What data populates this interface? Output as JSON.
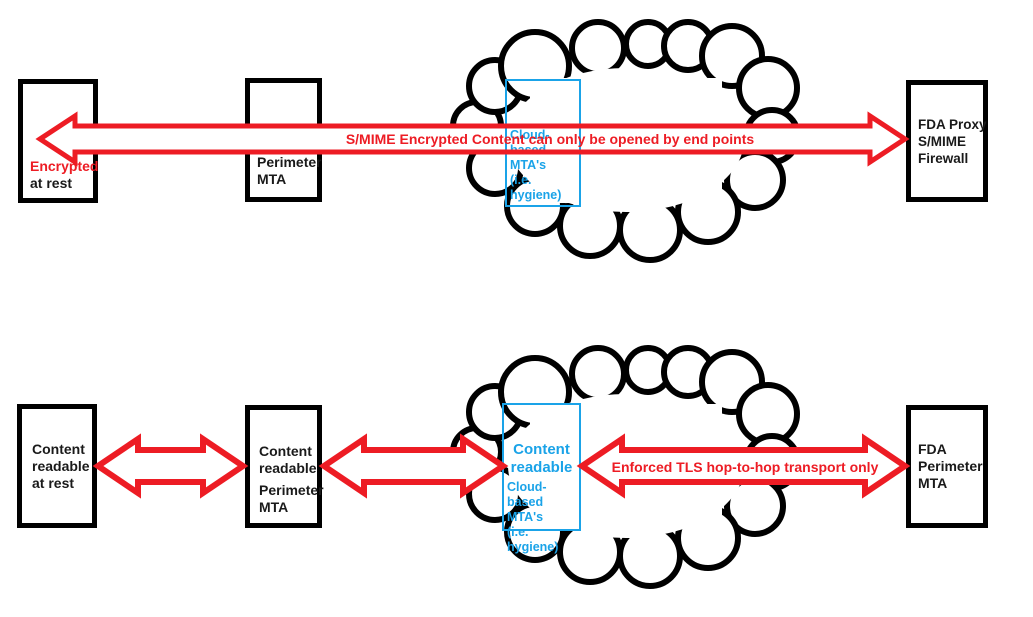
{
  "colors": {
    "red": "#ed1c24",
    "blue": "#1aa3e8",
    "black": "#000000"
  },
  "top_flow": {
    "arrow_label": "S/MIME Encrypted Content can only be opened by end points",
    "left_box": {
      "line1": "Encrypted",
      "line2": "at rest"
    },
    "perimeter_box": {
      "line1": "Perimeter",
      "line2": "MTA"
    },
    "cloud_box": {
      "line1": "Cloud-based",
      "line2": "MTA's",
      "line3": "(i.e. hygiene)"
    },
    "fda_box": {
      "line1": "FDA Proxy",
      "line2": "S/MIME",
      "line3": "Firewall"
    }
  },
  "bottom_flow": {
    "arrow_label": "Enforced TLS hop-to-hop transport only",
    "left_box": {
      "line1": "Content",
      "line2": "readable",
      "line3": "at rest"
    },
    "perimeter_box": {
      "line1": "Content",
      "line2": "readable",
      "line3": "Perimeter",
      "line4": "MTA"
    },
    "cloud_box": {
      "title1": "Content",
      "title2": "readable",
      "line1": "Cloud-based",
      "line2": "MTA's",
      "line3": "(i.e. hygiene)"
    },
    "fda_box": {
      "line1": "FDA",
      "line2": "Perimeter",
      "line3": "MTA"
    }
  }
}
